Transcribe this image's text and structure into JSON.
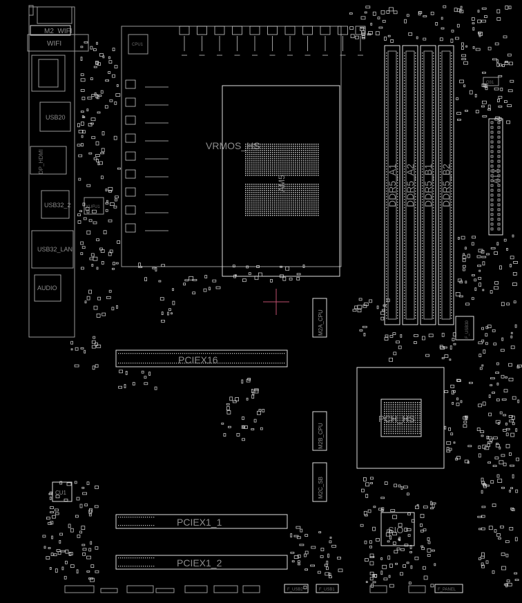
{
  "board": {
    "labels": {
      "m2_wifi": "M2_WIFI",
      "wifi": "WIFI",
      "usb20": "USB20",
      "dp_hdmi": "DP_HDMI",
      "usb32_2": "USB32_2",
      "usb32_lan": "USB32_LAN",
      "audio": "AUDIO",
      "cpu1": "CPU1",
      "kufu1": "KUFU1",
      "vrm_hs": "VRMOS_HS",
      "socket": "AM5",
      "ddr5_a1": "DDR5_A1",
      "ddr5_a2": "DDR5_A2",
      "ddr5_b1": "DDR5_B1",
      "ddr5_b2": "DDR5_B2",
      "atx": "ATX",
      "q31": "Q31",
      "m2a_cpu": "M2A_CPU",
      "m2b_cpu": "M2B_CPU",
      "m2c_sb": "M2C_SB",
      "pciex16": "PCIEX16",
      "pciex1_1": "PCIEX1_1",
      "pciex1_2": "PCIEX1_2",
      "pch_hs": "PCH_HS",
      "sio": "SIO",
      "cu1": "CU1",
      "f_panel": "F_PANEL",
      "f_usb2": "F_USB2",
      "f_usb1": "F_USB1",
      "f_usb30": "F_USB30"
    },
    "colors": {
      "background": "#000000",
      "outline": "#9a9a9a",
      "label": "#8c8c8c",
      "crosshair": "#c05070"
    }
  }
}
